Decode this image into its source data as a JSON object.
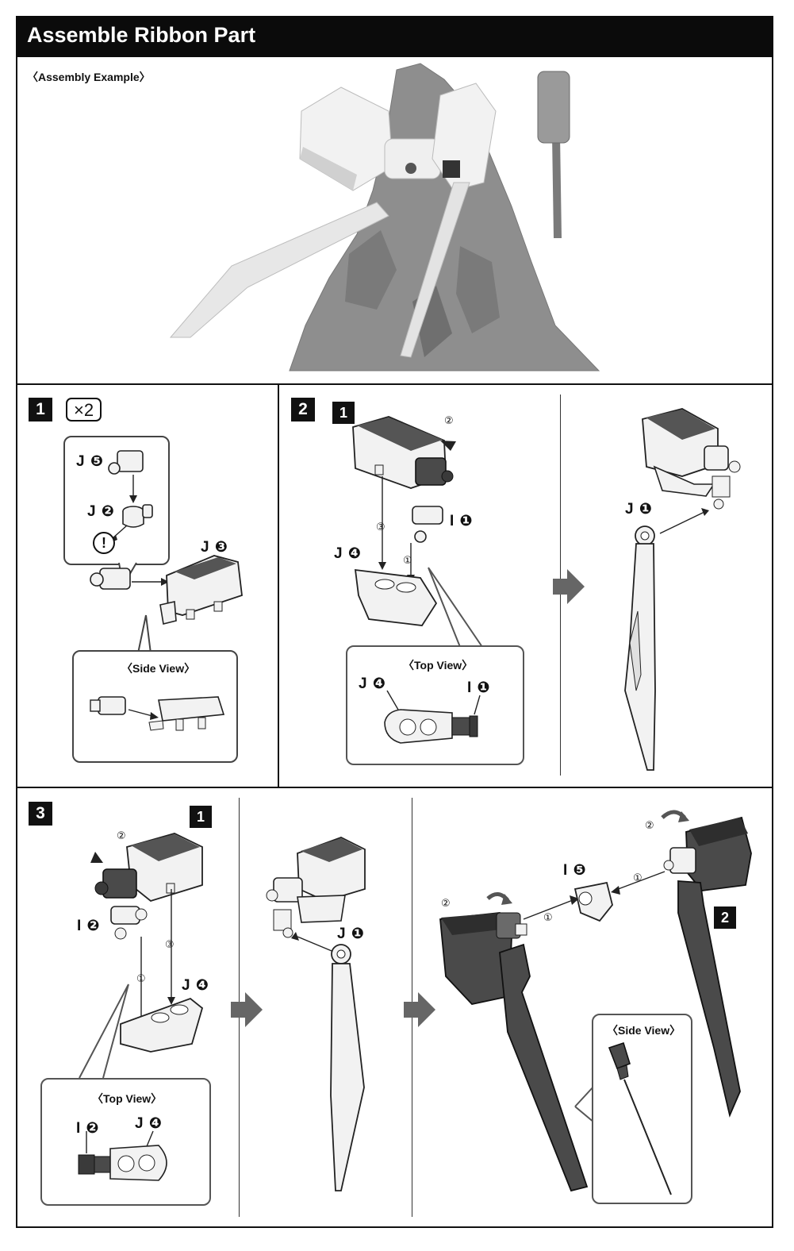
{
  "title": "Assemble Ribbon Part",
  "example_label": "〈Assembly Example〉",
  "step1": {
    "number": "1",
    "multiplier": "×2",
    "parts": {
      "j5": "J ❺",
      "j2": "J ❷",
      "j3": "J ❸"
    },
    "caution": "!",
    "side_view_label": "〈Side View〉"
  },
  "step2": {
    "number": "2",
    "sub_ref": "1",
    "parts": {
      "i1": "I ❶",
      "j4": "J ❹",
      "j1": "J ❶",
      "top_j4": "J ❹",
      "top_i1": "I ❶"
    },
    "order": {
      "a": "②",
      "b": "③",
      "c": "①"
    },
    "top_view_label": "〈Top View〉"
  },
  "step3": {
    "number": "3",
    "sub_ref": "1",
    "sub_ref_2": "2",
    "parts": {
      "i2": "I ❷",
      "j4": "J ❹",
      "j1": "J ❶",
      "i5": "I ❺",
      "top_i2": "I ❷",
      "top_j4": "J ❹"
    },
    "order": {
      "a": "②",
      "b": "③",
      "c": "①",
      "d": "②",
      "e": "①",
      "f": "①",
      "g": "②"
    },
    "top_view_label": "〈Top View〉",
    "side_view_label": "〈Side View〉"
  },
  "colors": {
    "black": "#111111",
    "dark_part": "#4a4a4a",
    "figure_gray": "#8c8c8c",
    "light_part": "#f1f1f1"
  }
}
